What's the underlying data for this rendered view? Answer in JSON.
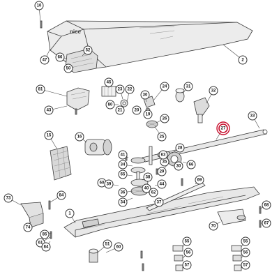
{
  "brand": "nice",
  "highlight_color": "#c8102e",
  "callouts": [
    {
      "id": "c10",
      "label": "10"
    },
    {
      "id": "c47",
      "label": "47"
    },
    {
      "id": "c66a",
      "label": "66"
    },
    {
      "id": "c52",
      "label": "52"
    },
    {
      "id": "c50",
      "label": "50"
    },
    {
      "id": "c2",
      "label": "2"
    },
    {
      "id": "c81",
      "label": "81"
    },
    {
      "id": "c45",
      "label": "45"
    },
    {
      "id": "c23",
      "label": "23"
    },
    {
      "id": "c22",
      "label": "22"
    },
    {
      "id": "c24",
      "label": "24"
    },
    {
      "id": "c30",
      "label": "30"
    },
    {
      "id": "c31",
      "label": "31"
    },
    {
      "id": "c32",
      "label": "32"
    },
    {
      "id": "c43",
      "label": "43"
    },
    {
      "id": "c80",
      "label": "80"
    },
    {
      "id": "c21",
      "label": "21"
    },
    {
      "id": "c20",
      "label": "20"
    },
    {
      "id": "c19",
      "label": "19"
    },
    {
      "id": "c33",
      "label": "33"
    },
    {
      "id": "c26",
      "label": "26"
    },
    {
      "id": "c27",
      "label": "27"
    },
    {
      "id": "c25",
      "label": "25"
    },
    {
      "id": "c15",
      "label": "15"
    },
    {
      "id": "c16",
      "label": "16"
    },
    {
      "id": "c28",
      "label": "28"
    },
    {
      "id": "c41",
      "label": "41"
    },
    {
      "id": "c34a",
      "label": "34"
    },
    {
      "id": "c35",
      "label": "35"
    },
    {
      "id": "c63",
      "label": "63"
    },
    {
      "id": "c29",
      "label": "29"
    },
    {
      "id": "c30b",
      "label": "30"
    },
    {
      "id": "c66b",
      "label": "66"
    },
    {
      "id": "c65",
      "label": "65"
    },
    {
      "id": "c60",
      "label": "60"
    },
    {
      "id": "c38",
      "label": "38"
    },
    {
      "id": "c39",
      "label": "39"
    },
    {
      "id": "c36",
      "label": "36"
    },
    {
      "id": "c40",
      "label": "40"
    },
    {
      "id": "c44",
      "label": "44"
    },
    {
      "id": "c62",
      "label": "62"
    },
    {
      "id": "c34b",
      "label": "34"
    },
    {
      "id": "c37",
      "label": "37"
    },
    {
      "id": "c69",
      "label": "69"
    },
    {
      "id": "c73",
      "label": "73"
    },
    {
      "id": "c84a",
      "label": "84"
    },
    {
      "id": "c74",
      "label": "74"
    },
    {
      "id": "c1",
      "label": "1"
    },
    {
      "id": "c61",
      "label": "61"
    },
    {
      "id": "c85",
      "label": "85"
    },
    {
      "id": "c84b",
      "label": "84"
    },
    {
      "id": "c51",
      "label": "51"
    },
    {
      "id": "c60b",
      "label": "60"
    },
    {
      "id": "c55",
      "label": "55"
    },
    {
      "id": "c56",
      "label": "56"
    },
    {
      "id": "c57",
      "label": "57"
    },
    {
      "id": "c68",
      "label": "68"
    },
    {
      "id": "c70",
      "label": "70"
    },
    {
      "id": "c67",
      "label": "67"
    },
    {
      "id": "c55b",
      "label": "55"
    },
    {
      "id": "c56b",
      "label": "56"
    },
    {
      "id": "c57b",
      "label": "57"
    }
  ]
}
